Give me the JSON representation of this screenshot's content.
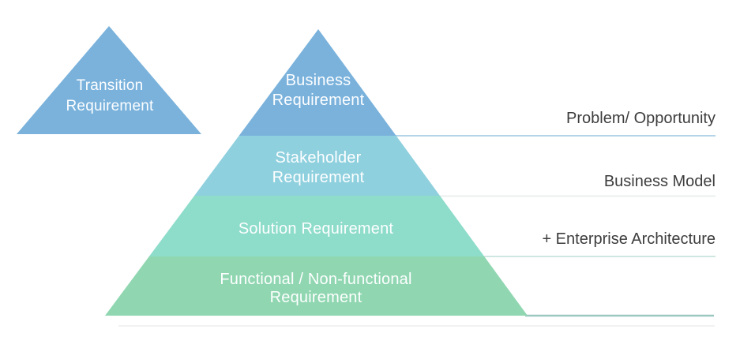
{
  "diagram": {
    "title": "requirements-pyramid",
    "side_triangle": {
      "label": "Transition Requirement",
      "color": "#7ab2dc"
    },
    "pyramid": {
      "levels": [
        {
          "label": "Business Requirement",
          "color": "#7ab2dc"
        },
        {
          "label": "Stakeholder Requirement",
          "color": "#8fd0de"
        },
        {
          "label": "Solution Requirement",
          "color": "#8edcca"
        },
        {
          "label": "Functional / Non-functional Requirement",
          "color": "#90d7b1"
        }
      ],
      "text_color": "#ffffff"
    },
    "annotations": [
      {
        "label": "Problem/ Opportunity"
      },
      {
        "label": "Business Model"
      },
      {
        "label": "+ Enterprise Architecture"
      }
    ],
    "annotation_text_color": "#3d3d3d",
    "lines": {
      "l1": {
        "color": "#b4d4e8"
      },
      "l2": {
        "color": "#e9efee"
      },
      "l3": {
        "color": "#cfe7e1"
      },
      "base": {
        "color": "#9cc8c0"
      },
      "shadow": {
        "color": "#ededed"
      }
    }
  }
}
